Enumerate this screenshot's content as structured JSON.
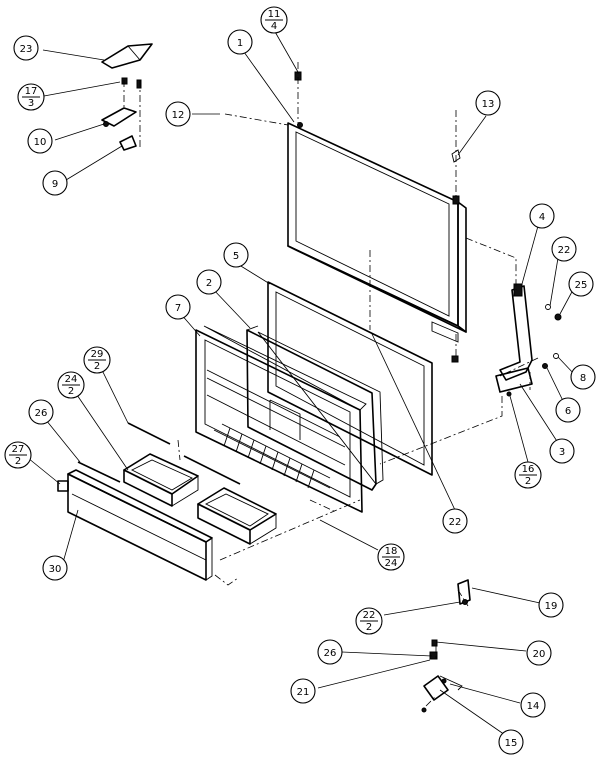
{
  "callouts": {
    "c1": "1",
    "c2": "2",
    "c3": "3",
    "c4": "4",
    "c5": "5",
    "c6": "6",
    "c7": "7",
    "c8": "8",
    "c9": "9",
    "c10": "10",
    "c11_top": "11",
    "c11_bot": "4",
    "c12": "12",
    "c13": "13",
    "c14": "14",
    "c15": "15",
    "c16_top": "16",
    "c16_bot": "2",
    "c17_top": "17",
    "c17_bot": "3",
    "c18_top": "18",
    "c18_bot": "24",
    "c19": "19",
    "c20": "20",
    "c21": "21",
    "c22a": "22",
    "c22b": "22",
    "c22c_top": "22",
    "c22c_bot": "2",
    "c23": "23",
    "c24_top": "24",
    "c24_bot": "2",
    "c25": "25",
    "c26a": "26",
    "c26b": "26",
    "c27_top": "27",
    "c27_bot": "2",
    "c29_top": "29",
    "c29_bot": "2",
    "c30": "30"
  }
}
